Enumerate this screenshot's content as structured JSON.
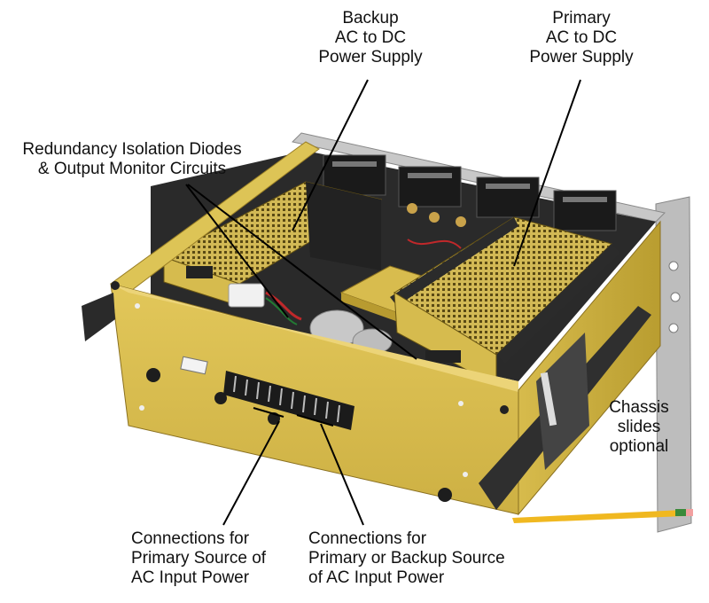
{
  "figure": {
    "subject": "Rack-mount redundant AC to DC power supply chassis",
    "colors": {
      "chassis_gold": "#d8bd4c",
      "chassis_shadow": "#b59a2f",
      "perforated_cover": "#c9b04a",
      "dark_rail": "#3a3a3a",
      "rack_ear": "#b8b8b8",
      "pencil": "#f0b820"
    }
  },
  "labels": {
    "backup_supply": {
      "lines": [
        "Backup",
        "AC to DC",
        "Power Supply"
      ]
    },
    "primary_supply": {
      "lines": [
        "Primary",
        "AC to DC",
        "Power Supply"
      ]
    },
    "isolation_diodes": {
      "lines": [
        "Redundancy Isolation Diodes",
        "& Output Monitor Circuits"
      ]
    },
    "chassis_slides": {
      "lines": [
        "Chassis",
        "slides",
        "optional"
      ]
    },
    "primary_input": {
      "lines": [
        "Connections for",
        "Primary Source of",
        "AC Input Power"
      ]
    },
    "primary_or_backup_input": {
      "lines": [
        "Connections for",
        "Primary or Backup Source",
        "of AC Input Power"
      ]
    }
  }
}
